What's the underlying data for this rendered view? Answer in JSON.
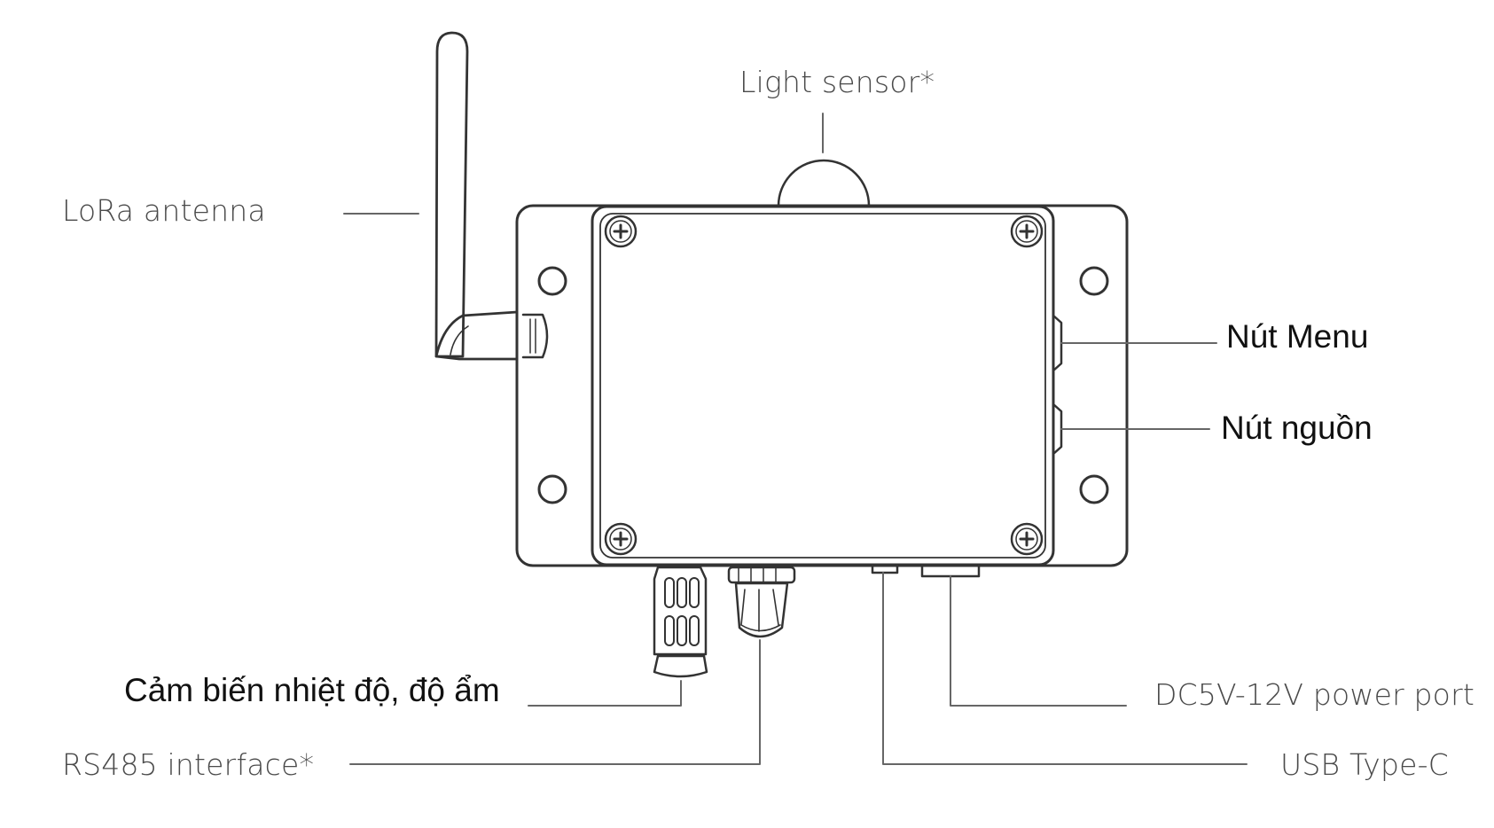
{
  "diagram": {
    "labels": {
      "light_sensor": "Light sensor*",
      "lora_antenna": "LoRa antenna",
      "menu_button": "Nút Menu",
      "power_button": "Nút nguồn",
      "temp_humidity_sensor": "Cảm biến nhiệt độ, độ ẩm",
      "rs485": "RS485 interface*",
      "dc_power": "DC5V-12V power port",
      "usb": "USB Type-C"
    },
    "colors": {
      "stroke": "#333333",
      "text": "#4a4a4a",
      "highlight_text": "#111111"
    }
  }
}
